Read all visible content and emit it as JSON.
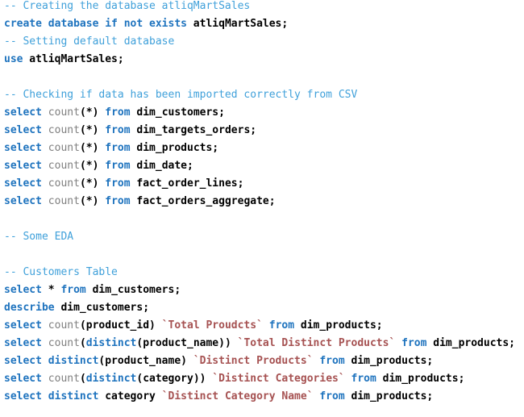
{
  "editor": {
    "language": "sql",
    "colors": {
      "background": "#ffffff",
      "keyword": "#1e73be",
      "comment": "#3fa0da",
      "function": "#7f7f7f",
      "identifier": "#000000",
      "backtick_string": "#a65252"
    },
    "lines": [
      {
        "tokens": [
          {
            "t": "comment",
            "v": "-- Creating the database atliqMartSales"
          }
        ]
      },
      {
        "tokens": [
          {
            "t": "kw",
            "v": "create database if not exists"
          },
          {
            "t": "plain",
            "v": " atliqMartSales;"
          }
        ]
      },
      {
        "tokens": [
          {
            "t": "comment",
            "v": "-- Setting default database"
          }
        ]
      },
      {
        "tokens": [
          {
            "t": "kw",
            "v": "use"
          },
          {
            "t": "plain",
            "v": " atliqMartSales;"
          }
        ]
      },
      {
        "tokens": []
      },
      {
        "tokens": [
          {
            "t": "comment",
            "v": "-- Checking if data has been imported correctly from CSV"
          }
        ]
      },
      {
        "tokens": [
          {
            "t": "kw",
            "v": "select"
          },
          {
            "t": "fn",
            "v": " count"
          },
          {
            "t": "plain",
            "v": "(*) "
          },
          {
            "t": "kw",
            "v": "from"
          },
          {
            "t": "plain",
            "v": " dim_customers;"
          }
        ]
      },
      {
        "tokens": [
          {
            "t": "kw",
            "v": "select"
          },
          {
            "t": "fn",
            "v": " count"
          },
          {
            "t": "plain",
            "v": "(*) "
          },
          {
            "t": "kw",
            "v": "from"
          },
          {
            "t": "plain",
            "v": " dim_targets_orders;"
          }
        ]
      },
      {
        "tokens": [
          {
            "t": "kw",
            "v": "select"
          },
          {
            "t": "fn",
            "v": " count"
          },
          {
            "t": "plain",
            "v": "(*) "
          },
          {
            "t": "kw",
            "v": "from"
          },
          {
            "t": "plain",
            "v": " dim_products;"
          }
        ]
      },
      {
        "tokens": [
          {
            "t": "kw",
            "v": "select"
          },
          {
            "t": "fn",
            "v": " count"
          },
          {
            "t": "plain",
            "v": "(*) "
          },
          {
            "t": "kw",
            "v": "from"
          },
          {
            "t": "plain",
            "v": " dim_date;"
          }
        ]
      },
      {
        "tokens": [
          {
            "t": "kw",
            "v": "select"
          },
          {
            "t": "fn",
            "v": " count"
          },
          {
            "t": "plain",
            "v": "(*) "
          },
          {
            "t": "kw",
            "v": "from"
          },
          {
            "t": "plain",
            "v": " fact_order_lines;"
          }
        ]
      },
      {
        "tokens": [
          {
            "t": "kw",
            "v": "select"
          },
          {
            "t": "fn",
            "v": " count"
          },
          {
            "t": "plain",
            "v": "(*) "
          },
          {
            "t": "kw",
            "v": "from"
          },
          {
            "t": "plain",
            "v": " fact_orders_aggregate;"
          }
        ]
      },
      {
        "tokens": []
      },
      {
        "tokens": [
          {
            "t": "comment",
            "v": "-- Some EDA"
          }
        ]
      },
      {
        "tokens": []
      },
      {
        "tokens": [
          {
            "t": "comment",
            "v": "-- Customers Table"
          }
        ]
      },
      {
        "tokens": [
          {
            "t": "kw",
            "v": "select"
          },
          {
            "t": "plain",
            "v": " * "
          },
          {
            "t": "kw",
            "v": "from"
          },
          {
            "t": "plain",
            "v": " dim_customers;"
          }
        ]
      },
      {
        "tokens": [
          {
            "t": "kw",
            "v": "describe"
          },
          {
            "t": "plain",
            "v": " dim_customers;"
          }
        ]
      },
      {
        "tokens": [
          {
            "t": "kw",
            "v": "select"
          },
          {
            "t": "fn",
            "v": " count"
          },
          {
            "t": "plain",
            "v": "(product_id) "
          },
          {
            "t": "str",
            "v": "`Total Proudcts`"
          },
          {
            "t": "plain",
            "v": " "
          },
          {
            "t": "kw",
            "v": "from"
          },
          {
            "t": "plain",
            "v": " dim_products;"
          }
        ]
      },
      {
        "tokens": [
          {
            "t": "kw",
            "v": "select"
          },
          {
            "t": "fn",
            "v": " count"
          },
          {
            "t": "plain",
            "v": "("
          },
          {
            "t": "kw",
            "v": "distinct"
          },
          {
            "t": "plain",
            "v": "(product_name)) "
          },
          {
            "t": "str",
            "v": "`Total Distinct Products`"
          },
          {
            "t": "plain",
            "v": " "
          },
          {
            "t": "kw",
            "v": "from"
          },
          {
            "t": "plain",
            "v": " dim_products;"
          }
        ]
      },
      {
        "tokens": [
          {
            "t": "kw",
            "v": "select distinct"
          },
          {
            "t": "plain",
            "v": "(product_name) "
          },
          {
            "t": "str",
            "v": "`Distinct Products`"
          },
          {
            "t": "plain",
            "v": " "
          },
          {
            "t": "kw",
            "v": "from"
          },
          {
            "t": "plain",
            "v": " dim_products;"
          }
        ]
      },
      {
        "tokens": [
          {
            "t": "kw",
            "v": "select"
          },
          {
            "t": "fn",
            "v": " count"
          },
          {
            "t": "plain",
            "v": "("
          },
          {
            "t": "kw",
            "v": "distinct"
          },
          {
            "t": "plain",
            "v": "(category)) "
          },
          {
            "t": "str",
            "v": "`Distinct Categories`"
          },
          {
            "t": "plain",
            "v": " "
          },
          {
            "t": "kw",
            "v": "from"
          },
          {
            "t": "plain",
            "v": " dim_products;"
          }
        ]
      },
      {
        "tokens": [
          {
            "t": "kw",
            "v": "select distinct"
          },
          {
            "t": "plain",
            "v": " category "
          },
          {
            "t": "str",
            "v": "`Distinct Category Name`"
          },
          {
            "t": "plain",
            "v": " "
          },
          {
            "t": "kw",
            "v": "from"
          },
          {
            "t": "plain",
            "v": " dim_products;"
          }
        ]
      }
    ]
  }
}
